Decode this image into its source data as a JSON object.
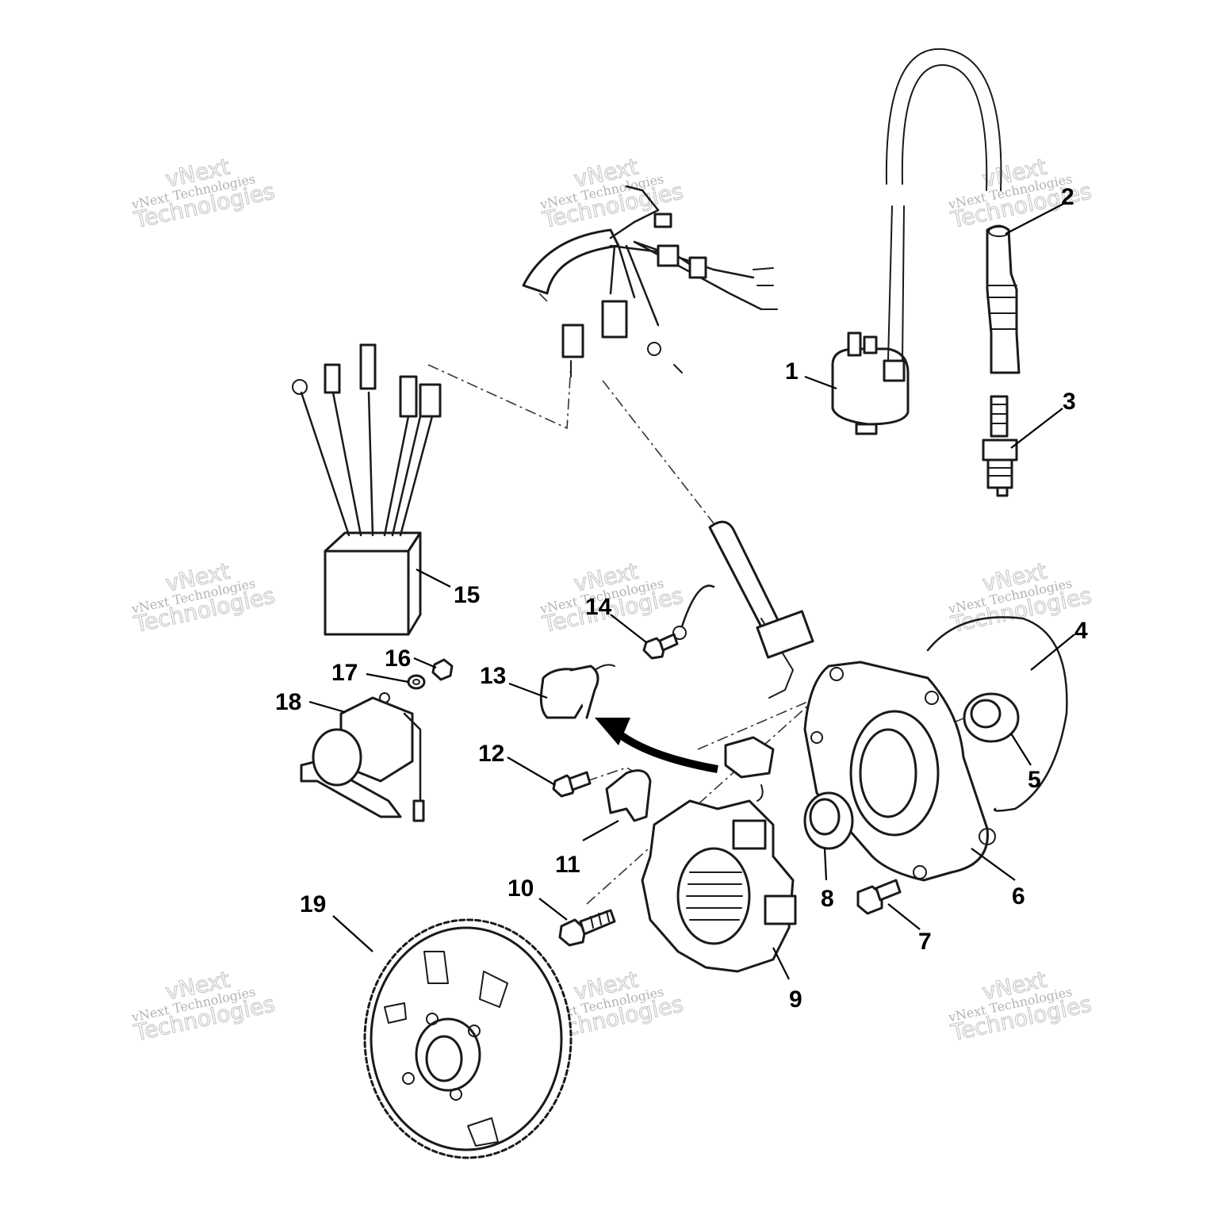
{
  "diagram": {
    "type": "exploded-parts-view",
    "callouts": [
      "1",
      "2",
      "3",
      "4",
      "5",
      "6",
      "7",
      "8",
      "9",
      "10",
      "11",
      "12",
      "13",
      "14",
      "15",
      "16",
      "17",
      "18",
      "19"
    ],
    "watermark": {
      "line_small": "vNext Technologies",
      "line_big_a": "vNext",
      "line_big_b": "Technologies"
    },
    "line_color": "#1a1a1a",
    "background": "#ffffff"
  }
}
